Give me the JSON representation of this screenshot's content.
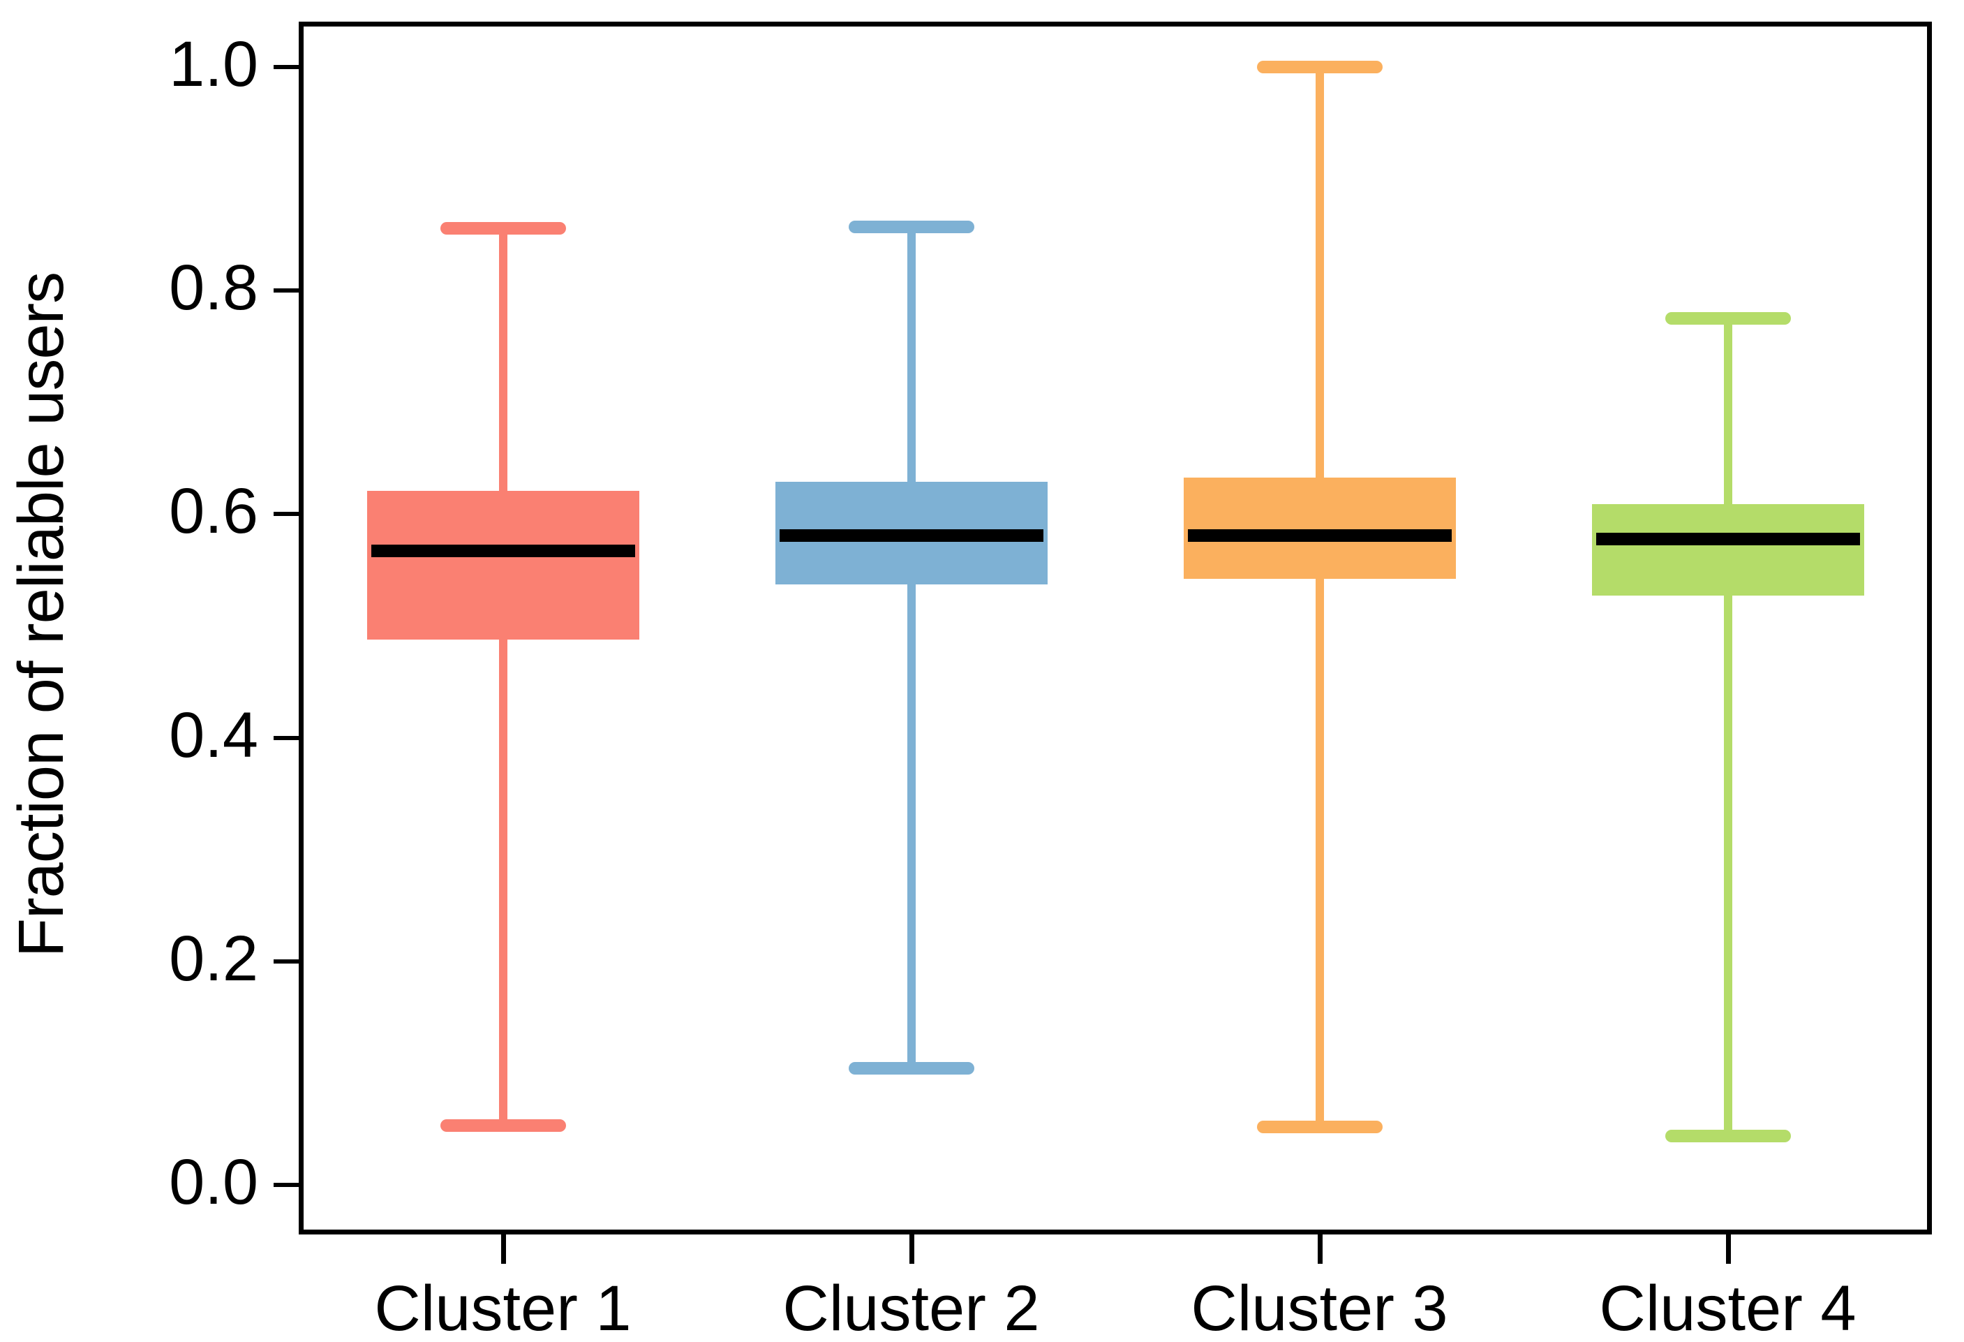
{
  "chart_data": {
    "type": "box",
    "title": "",
    "xlabel": "",
    "ylabel": "Fraction of reliable users",
    "ylim": [
      0.0,
      1.0
    ],
    "grid": false,
    "legend": "none",
    "categories": [
      "Cluster 1",
      "Cluster 2",
      "Cluster 3",
      "Cluster 4"
    ],
    "y_ticks": [
      "0.0",
      "0.2",
      "0.4",
      "0.6",
      "0.8",
      "1.0"
    ],
    "y_tick_values": [
      0.0,
      0.2,
      0.4,
      0.6,
      0.8,
      1.0
    ],
    "boxes": [
      {
        "category": "Cluster 1",
        "color": "#FA8072",
        "whisker_low": 0.053,
        "q1": 0.488,
        "median": 0.567,
        "q3": 0.621,
        "whisker_high": 0.856
      },
      {
        "category": "Cluster 2",
        "color": "#7EB1D4",
        "whisker_low": 0.104,
        "q1": 0.537,
        "median": 0.581,
        "q3": 0.629,
        "whisker_high": 0.857
      },
      {
        "category": "Cluster 3",
        "color": "#FBB05E",
        "whisker_low": 0.052,
        "q1": 0.542,
        "median": 0.581,
        "q3": 0.633,
        "whisker_high": 1.0
      },
      {
        "category": "Cluster 4",
        "color": "#B4DC69",
        "whisker_low": 0.044,
        "q1": 0.527,
        "median": 0.578,
        "q3": 0.609,
        "whisker_high": 0.775
      }
    ]
  },
  "axis": {
    "y_title": "Fraction of reliable users",
    "tick_0": "0.0",
    "tick_1": "0.2",
    "tick_2": "0.4",
    "tick_3": "0.6",
    "tick_4": "0.8",
    "tick_5": "1.0"
  },
  "xaxis": {
    "label_0": "Cluster 1",
    "label_1": "Cluster 2",
    "label_2": "Cluster 3",
    "label_3": "Cluster 4"
  },
  "colors": {
    "cluster1": "#FA8072",
    "cluster2": "#7EB1D4",
    "cluster3": "#FBB05E",
    "cluster4": "#B4DC69",
    "median": "#000000",
    "axis": "#000000",
    "background": "#FFFFFF"
  }
}
